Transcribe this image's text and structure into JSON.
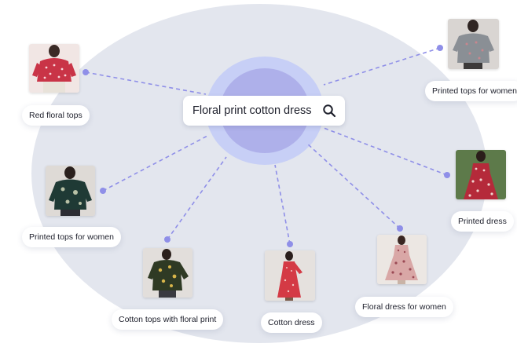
{
  "search": {
    "query": "Floral print cotton dress"
  },
  "results": [
    {
      "label": "Red floral tops",
      "icon": "red-floral-top-photo"
    },
    {
      "label": "Printed tops for women",
      "icon": "grey-printed-top-photo"
    },
    {
      "label": "Printed tops for women",
      "icon": "dark-floral-top-photo"
    },
    {
      "label": "Printed dress",
      "icon": "red-printed-dress-photo"
    },
    {
      "label": "Cotton tops with floral print",
      "icon": "green-floral-top-photo"
    },
    {
      "label": "Cotton dress",
      "icon": "red-cotton-dress-photo"
    },
    {
      "label": "Floral dress for women",
      "icon": "pink-floral-dress-photo"
    }
  ],
  "colors": {
    "background_ellipse": "#e3e6ee",
    "halo": "#c7cff6",
    "core": "#aeb0ea",
    "connector": "#8f8fe8"
  }
}
